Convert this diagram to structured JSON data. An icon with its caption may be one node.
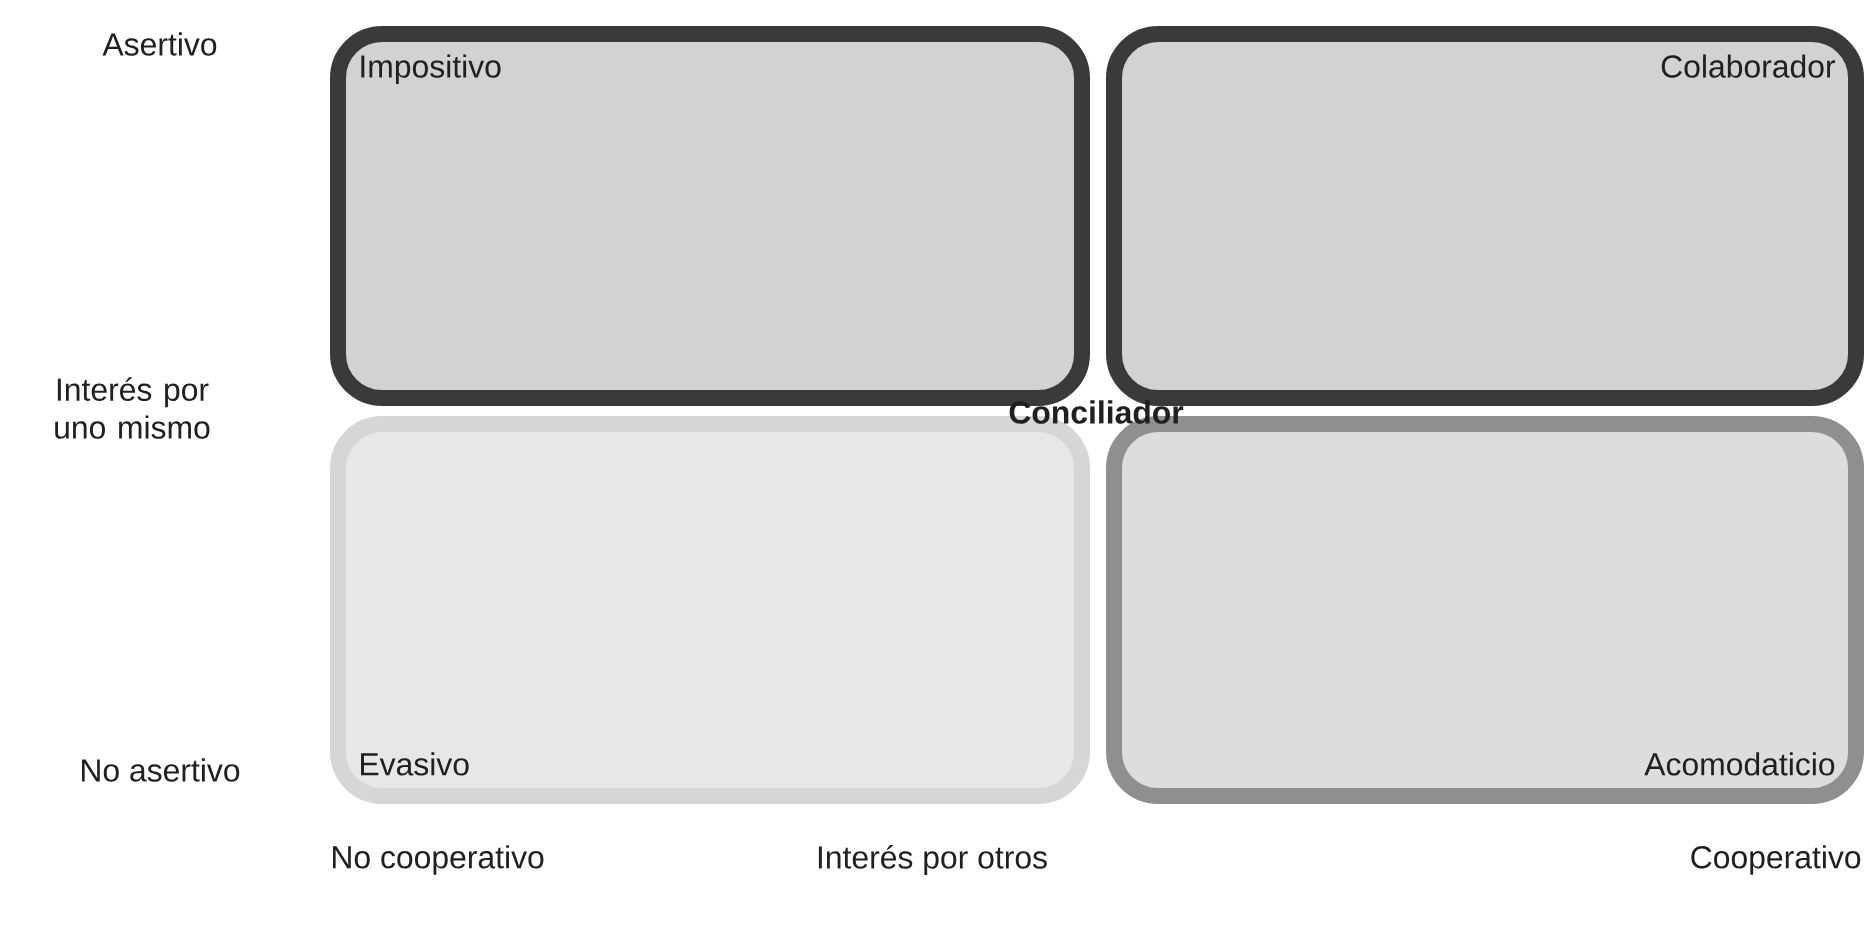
{
  "diagram": {
    "nodes": [
      {
        "text": [
          "Impositivo"
        ]
      },
      {
        "text": [
          "Colaborador"
        ]
      },
      {
        "text": [
          "Evasivo"
        ]
      },
      {
        "text": [
          "Acomodaticio"
        ]
      }
    ],
    "labels": [
      "Asertivo",
      "Interés por uno mismo",
      "Conciliador",
      "No asertivo",
      "No cooperativo",
      "Interés por otros",
      "Cooperativo"
    ]
  }
}
